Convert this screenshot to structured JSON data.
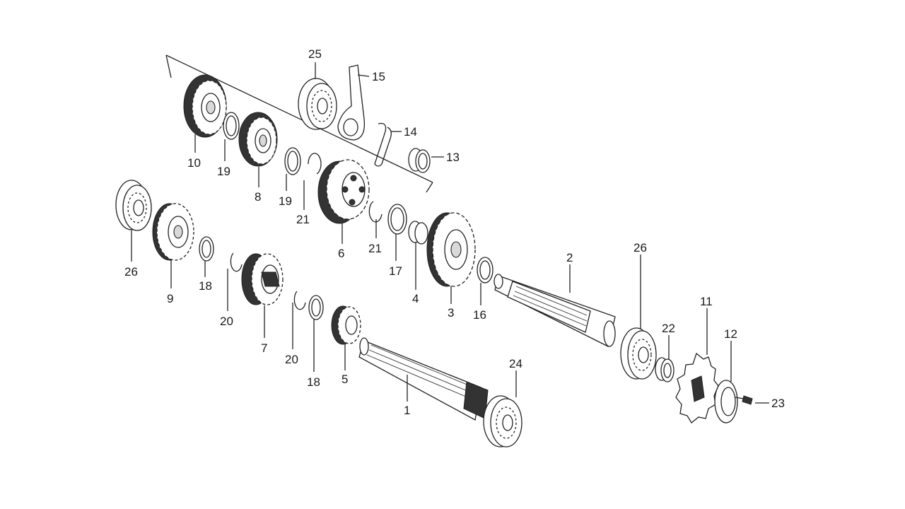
{
  "labels": {
    "l1": "1",
    "l2": "2",
    "l3": "3",
    "l4": "4",
    "l5": "5",
    "l6": "6",
    "l7": "7",
    "l8": "8",
    "l9": "9",
    "l10": "10",
    "l11": "11",
    "l12": "12",
    "l13": "13",
    "l14": "14",
    "l15": "15",
    "l16": "16",
    "l17": "17",
    "l18a": "18",
    "l18b": "18",
    "l19a": "19",
    "l19b": "19",
    "l20a": "20",
    "l20b": "20",
    "l21a": "21",
    "l21b": "21",
    "l22": "22",
    "l23": "23",
    "l24": "24",
    "l25": "25",
    "l26a": "26",
    "l26b": "26"
  },
  "colors": {
    "line": "#222222",
    "background": "#ffffff"
  }
}
